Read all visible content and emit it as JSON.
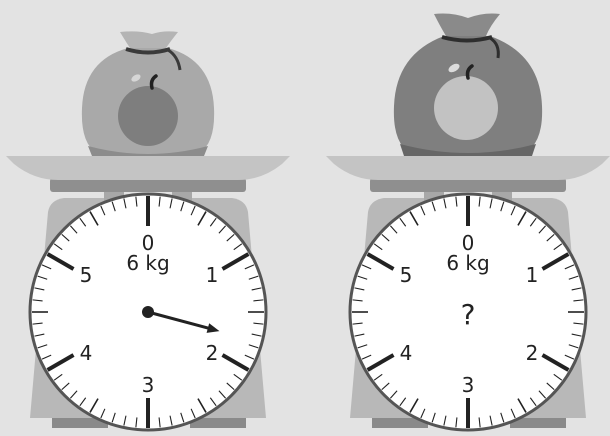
{
  "scales": [
    {
      "unit_label": "6 kg",
      "dial_numbers": [
        "0",
        "1",
        "2",
        "3",
        "4",
        "5"
      ],
      "reading": "",
      "pointer_value_kg": 1.75,
      "bag_color": "#a9a9a9",
      "fruit_color": "#7e7e7e"
    },
    {
      "unit_label": "6 kg",
      "dial_numbers": [
        "0",
        "1",
        "2",
        "3",
        "4",
        "5"
      ],
      "reading": "?",
      "pointer_value_kg": null,
      "bag_color": "#7f7f7f",
      "fruit_color": "#c2c2c2"
    }
  ],
  "dial": {
    "max_kg": 6,
    "minor_ticks_per_kg": 10
  },
  "colors": {
    "background": "#e3e3e3",
    "plate": "#bdbdbd",
    "body": "#b8b8b8",
    "face": "#ffffff",
    "ink": "#222222"
  }
}
